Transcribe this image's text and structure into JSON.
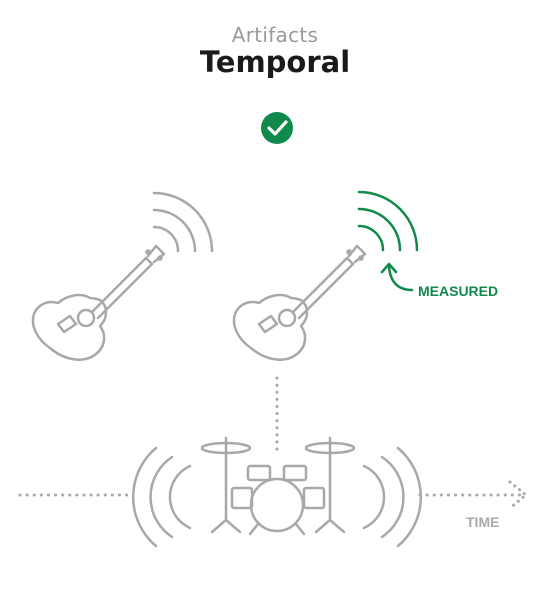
{
  "header": {
    "subtitle": "Artifacts",
    "title": "Temporal"
  },
  "labels": {
    "measured": "MEASURED",
    "time": "TIME"
  },
  "colors": {
    "accent": "#0f8a4a",
    "line": "#a8a8a8",
    "title": "#1a1a1a",
    "subtitle": "#9a9a9a"
  },
  "icons": {
    "status": "check-circle-icon",
    "instrument_left": "guitar-icon",
    "instrument_right": "guitar-icon",
    "drums": "drum-kit-icon"
  }
}
